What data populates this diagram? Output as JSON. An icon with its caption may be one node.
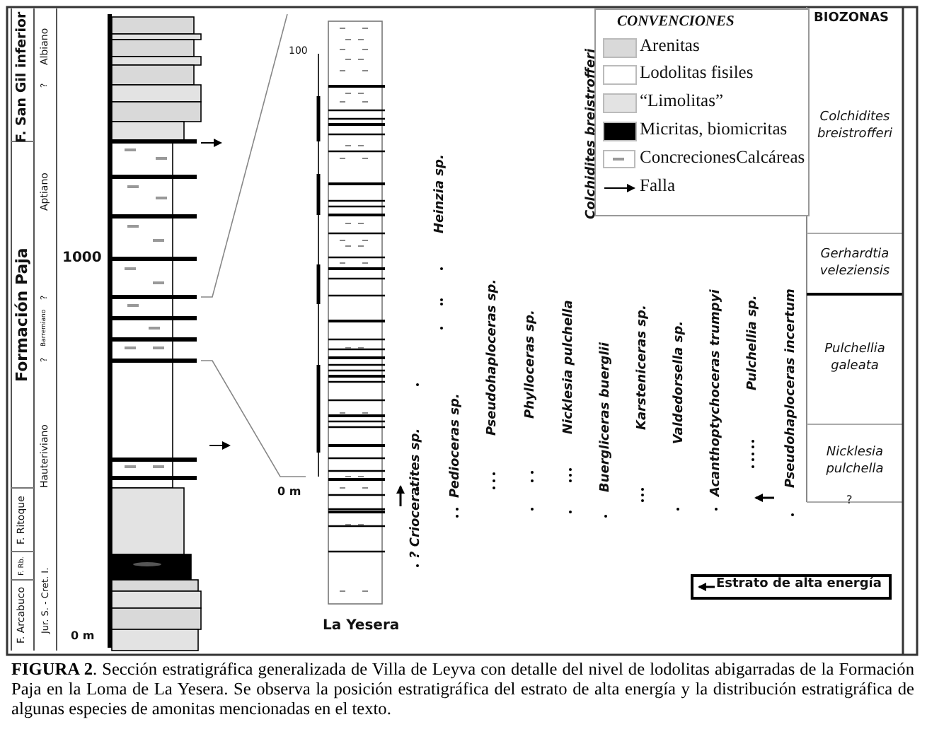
{
  "diagram": {
    "caption": "**FIGURA 2**. Sección estratigráfica generalizada de Villa de Leyva con detalle del nivel de lodolitas abigarradas de la Formación Paja en la Loma de La Yesera. Se observa la posición estratigráfica del estrato de alta energía y la distribución estratigráfica de algunas especies de amonitas mencionadas en el texto.",
    "labels": [
      "F. San Gil inferior",
      "Formación Paja",
      "F. Ritoque",
      "F. Rb.",
      "F. Arcabuco",
      "Albiano",
      "?",
      "Aptiano",
      "?",
      "Barremiano",
      "?",
      "Hauteriviano",
      "Jur. S. - Cret. I.",
      "1000",
      "0 m",
      "100",
      "0 m",
      "La Yesera",
      "? Crioceratites sp.",
      "Pedioceras sp.",
      "Pseudohaploceras sp.",
      "Phylloceras sp.",
      "Nicklesia pulchella",
      "Buergliceras buerglii",
      "Karsteniceras sp.",
      "Valdedorsella sp.",
      "Acanthoptychoceras trumpyi",
      "Pulchellia sp.",
      "Pseudohaploceras incertum",
      "Heinzia sp.",
      "Colchidites breistrofferi",
      "CONVENCIONES",
      "BIOZONAS",
      "Colchidites breistrofferi",
      "Gerhardtia veleziensis",
      "Pulchellia galeata",
      "Nicklesia pulchella",
      "?"
    ],
    "legend": [
      {
        "text": "Arenitas",
        "color": "#d9d9d9"
      },
      {
        "text": "Lodolitas fisiles",
        "color": "#ffffff"
      },
      {
        "text": "“Limolitas”",
        "color": "#e3e3e3"
      },
      {
        "text": "Micritas, biomicritas",
        "color": "#000000"
      },
      {
        "text": "ConcrecionesCalcáreas"
      },
      {
        "text": "Falla"
      },
      {
        "text": "Estrato de alta energía"
      }
    ]
  }
}
